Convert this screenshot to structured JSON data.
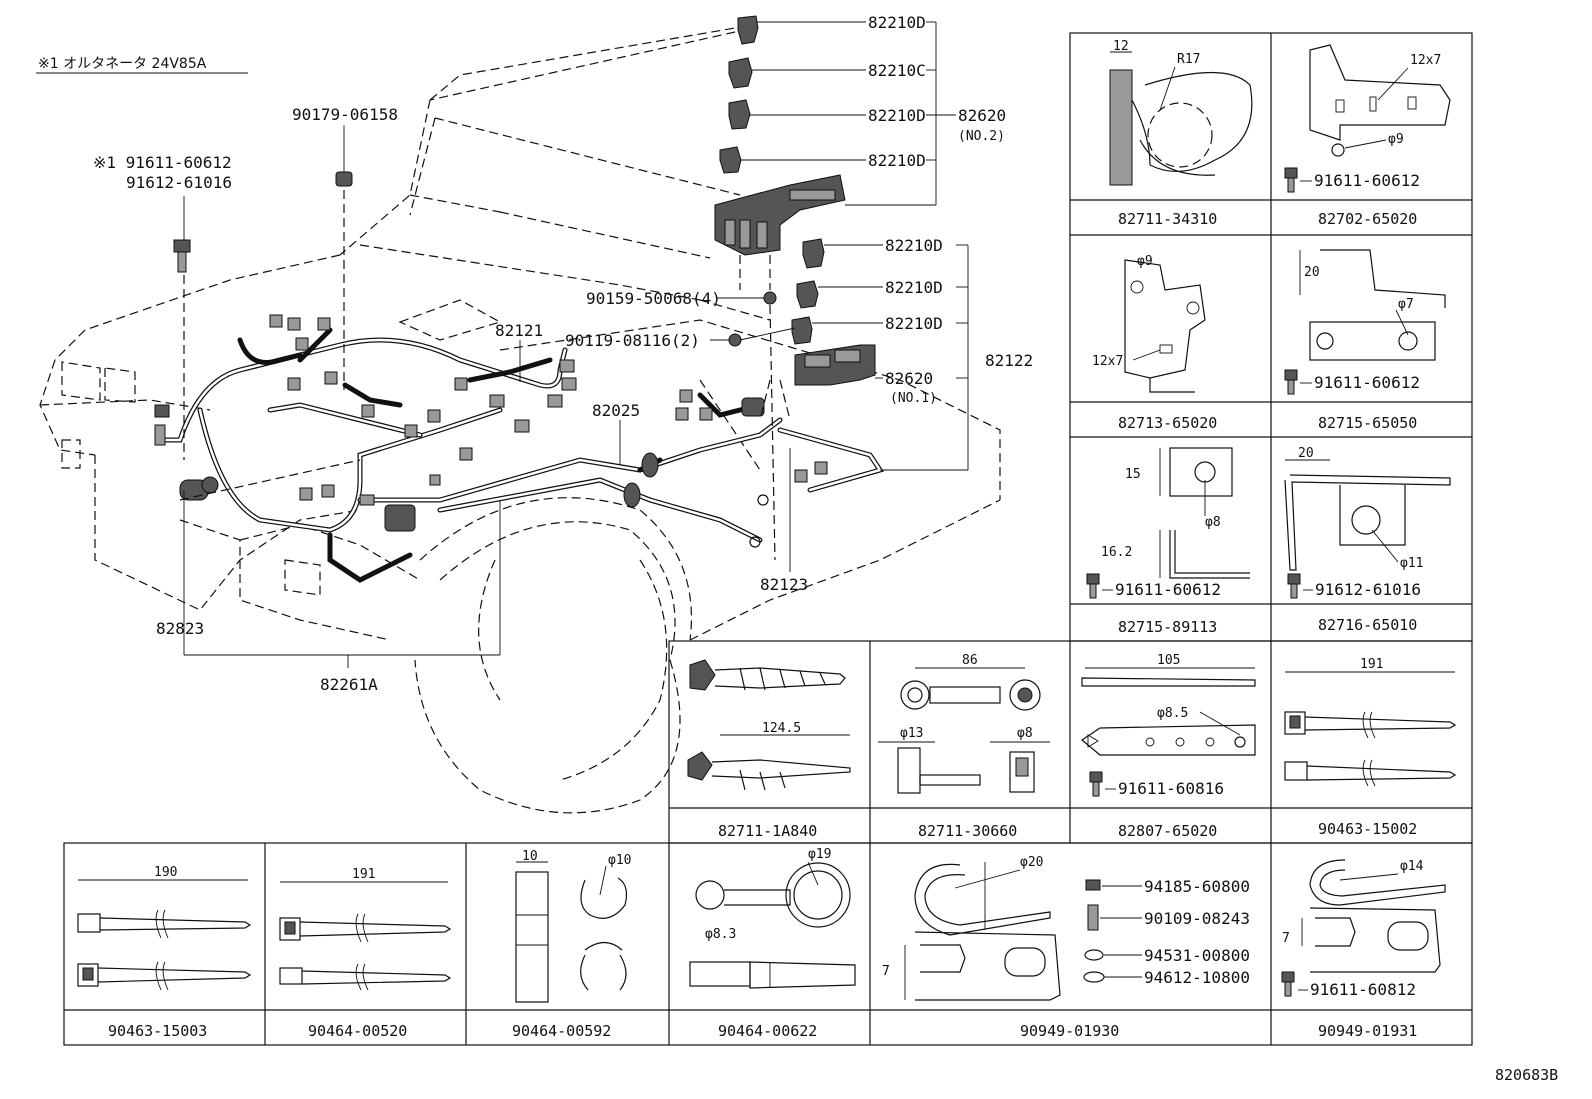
{
  "note": "※1 オルタネータ 24V85A",
  "drawing_code": "820683B",
  "main_labels": {
    "p82210D_1": "82210D",
    "p82210C": "82210C",
    "p82210D_2": "82210D",
    "p82620_top": "82620",
    "p82620_top_sub": "(NO.2)",
    "p82210D_3": "82210D",
    "p82210D_4": "82210D",
    "p82210D_5": "82210D",
    "p82210D_6": "82210D",
    "p82122": "82122",
    "p82620_bot": "82620",
    "p82620_bot_sub": "(NO.1)",
    "p90179": "90179-06158",
    "p91611_note": "※1 91611-60612",
    "p91612": "91612-61016",
    "p90159": "90159-50068(4)",
    "p90119": "90119-08116(2)",
    "p82121": "82121",
    "p82025": "82025",
    "p82123": "82123",
    "p82823": "82823",
    "p82261A": "82261A"
  },
  "boxes": [
    {
      "id": "b1",
      "caption": "82711-34310",
      "dims": [
        "12",
        "R17"
      ],
      "parts": []
    },
    {
      "id": "b2",
      "caption": "82702-65020",
      "dims": [
        "12x7",
        "φ9"
      ],
      "parts": [
        "91611-60612"
      ]
    },
    {
      "id": "b3",
      "caption": "82713-65020",
      "dims": [
        "φ9",
        "12x7"
      ],
      "parts": []
    },
    {
      "id": "b4",
      "caption": "82715-65050",
      "dims": [
        "20",
        "φ7"
      ],
      "parts": [
        "91611-60612"
      ]
    },
    {
      "id": "b5",
      "caption": "82715-89113",
      "dims": [
        "15",
        "φ8",
        "16.2"
      ],
      "parts": [
        "91611-60612"
      ]
    },
    {
      "id": "b6",
      "caption": "82716-65010",
      "dims": [
        "20",
        "φ11"
      ],
      "parts": [
        "91612-61016"
      ]
    },
    {
      "id": "b7",
      "caption": "82711-1A840",
      "dims": [
        "124.5"
      ],
      "parts": []
    },
    {
      "id": "b8",
      "caption": "82711-30660",
      "dims": [
        "86",
        "φ13",
        "φ8"
      ],
      "parts": []
    },
    {
      "id": "b9",
      "caption": "82807-65020",
      "dims": [
        "105",
        "φ8.5"
      ],
      "parts": [
        "91611-60816"
      ]
    },
    {
      "id": "b10",
      "caption": "90463-15002",
      "dims": [
        "191"
      ],
      "parts": []
    },
    {
      "id": "b11",
      "caption": "90463-15003",
      "dims": [
        "190"
      ],
      "parts": []
    },
    {
      "id": "b12",
      "caption": "90464-00520",
      "dims": [
        "191"
      ],
      "parts": []
    },
    {
      "id": "b13",
      "caption": "90464-00592",
      "dims": [
        "10",
        "φ10"
      ],
      "parts": []
    },
    {
      "id": "b14",
      "caption": "90464-00622",
      "dims": [
        "φ19",
        "φ8.3"
      ],
      "parts": []
    },
    {
      "id": "b15",
      "caption": "90949-01930",
      "dims": [
        "φ20",
        "7"
      ],
      "parts": [
        "94185-60800",
        "90109-08243",
        "94531-00800",
        "94612-10800"
      ]
    },
    {
      "id": "b16",
      "caption": "90949-01931",
      "dims": [
        "φ14",
        "7"
      ],
      "parts": [
        "91611-60812"
      ]
    }
  ]
}
